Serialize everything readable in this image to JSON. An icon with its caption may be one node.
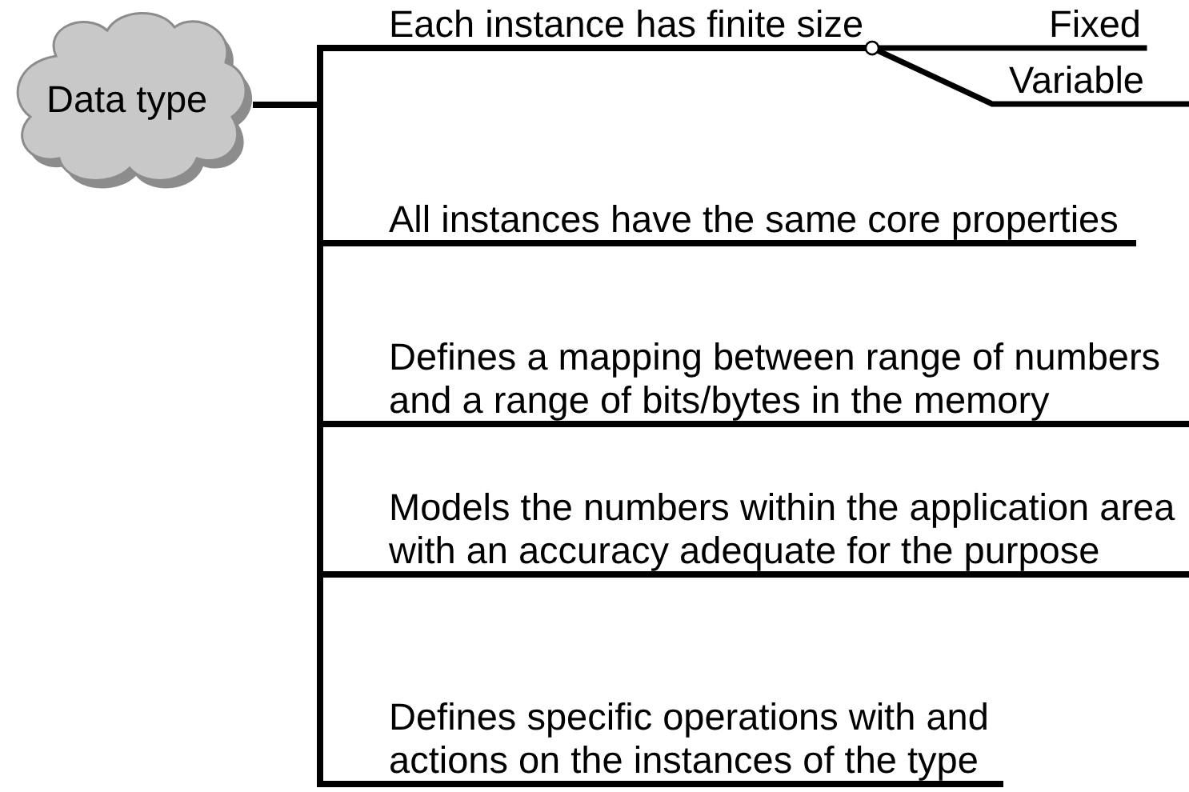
{
  "diagram": {
    "nodes": [
      {
        "text": [
          "Data type"
        ]
      },
      {
        "text": [
          "Each instance has finite size"
        ]
      },
      {
        "text": [
          "All instances have the same core properties"
        ]
      },
      {
        "text": [
          "Defines a mapping between range of numbers and a range of bits/bytes in the memory"
        ]
      },
      {
        "text": [
          "Models the numbers within the application area with an accuracy adequate for the purpose"
        ]
      },
      {
        "text": [
          "Defines specific operations with and actions on the instances of the type"
        ]
      },
      {
        "text": [
          "Fixed"
        ]
      },
      {
        "text": [
          "Variable"
        ]
      }
    ],
    "edges": [
      {
        "from": 0,
        "to": 1,
        "arrow": "none"
      },
      {
        "from": 0,
        "to": 2,
        "arrow": "none"
      },
      {
        "from": 0,
        "to": 3,
        "arrow": "none"
      },
      {
        "from": 0,
        "to": 4,
        "arrow": "none"
      },
      {
        "from": 0,
        "to": 5,
        "arrow": "none"
      },
      {
        "from": 1,
        "to": 6,
        "arrow": "other"
      },
      {
        "from": 1,
        "to": 7,
        "arrow": "other"
      }
    ]
  }
}
